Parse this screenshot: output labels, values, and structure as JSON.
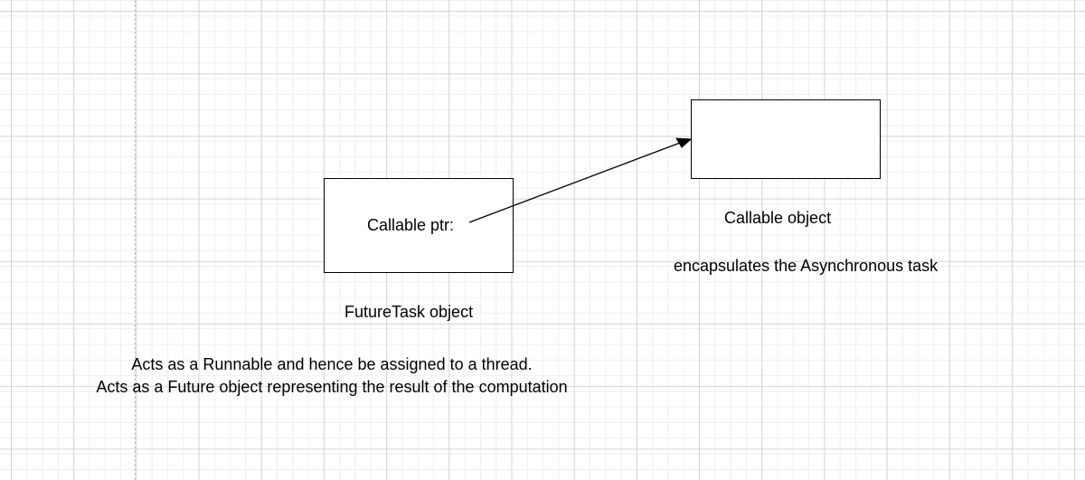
{
  "diagram": {
    "futuretask": {
      "pointer_label": "Callable ptr:",
      "caption": "FutureTask object",
      "description": [
        "Acts as a Runnable and hence be assigned to a thread.",
        "Acts as a Future object representing the result of the computation"
      ]
    },
    "callable": {
      "caption": "Callable object",
      "description": "encapsulates the Asynchronous task"
    },
    "connector": {
      "from": "futuretask",
      "to": "callable",
      "arrowhead": "classic"
    },
    "colors": {
      "stroke": "#000000",
      "grid": "#d4d4d4",
      "background": "#ffffff"
    }
  }
}
